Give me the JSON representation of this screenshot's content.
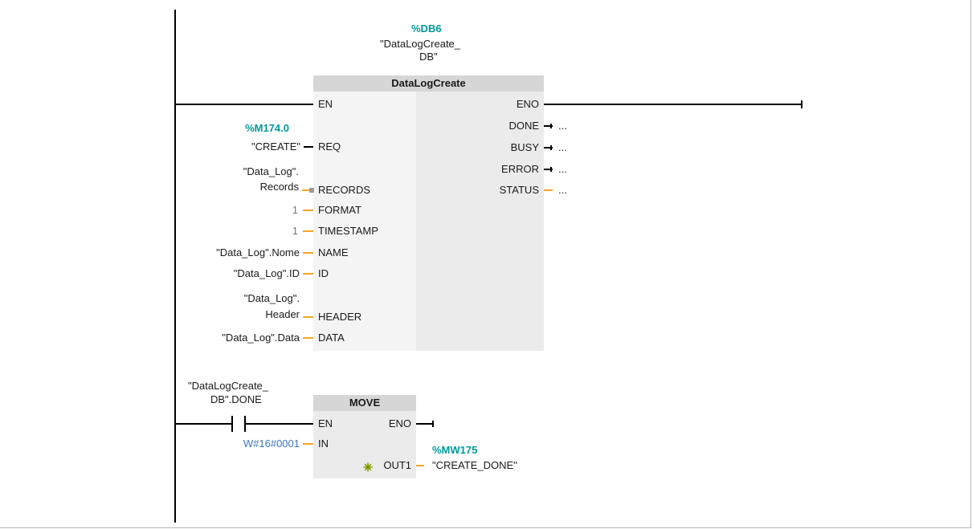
{
  "block1": {
    "db_address": "%DB6",
    "db_name_l1": "\"DataLogCreate_",
    "db_name_l2": "DB\"",
    "title": "DataLogCreate",
    "inputs": {
      "en": "EN",
      "req": "REQ",
      "records": "RECORDS",
      "format": "FORMAT",
      "timestamp": "TIMESTAMP",
      "name": "NAME",
      "id": "ID",
      "header": "HEADER",
      "data": "DATA"
    },
    "outputs": {
      "eno": "ENO",
      "done": "DONE",
      "busy": "BUSY",
      "error": "ERROR",
      "status": "STATUS"
    },
    "operands": {
      "req_address": "%M174.0",
      "req_tag": "\"CREATE\"",
      "records_l1": "\"Data_Log\".",
      "records_l2": "Records",
      "format_value": "1",
      "timestamp_value": "1",
      "name_tag": "\"Data_Log\".Nome",
      "id_tag": "\"Data_Log\".ID",
      "header_l1": "\"Data_Log\".",
      "header_l2": "Header",
      "data_tag": "\"Data_Log\".Data",
      "done_out": "...",
      "busy_out": "...",
      "error_out": "...",
      "status_out": "..."
    }
  },
  "block2": {
    "contact_l1": "\"DataLogCreate_",
    "contact_l2": "DB\".DONE",
    "title": "MOVE",
    "en": "EN",
    "eno": "ENO",
    "in": "IN",
    "out1": "OUT1",
    "in_value": "W#16#0001",
    "out_address": "%MW175",
    "out_tag": "\"CREATE_DONE\""
  },
  "colors": {
    "accent_teal": "#009999",
    "literal_blue": "#3a78c8",
    "wire_orange": "#f5a623",
    "block_bg": "#ebebeb",
    "block_header": "#d6d6d6"
  }
}
